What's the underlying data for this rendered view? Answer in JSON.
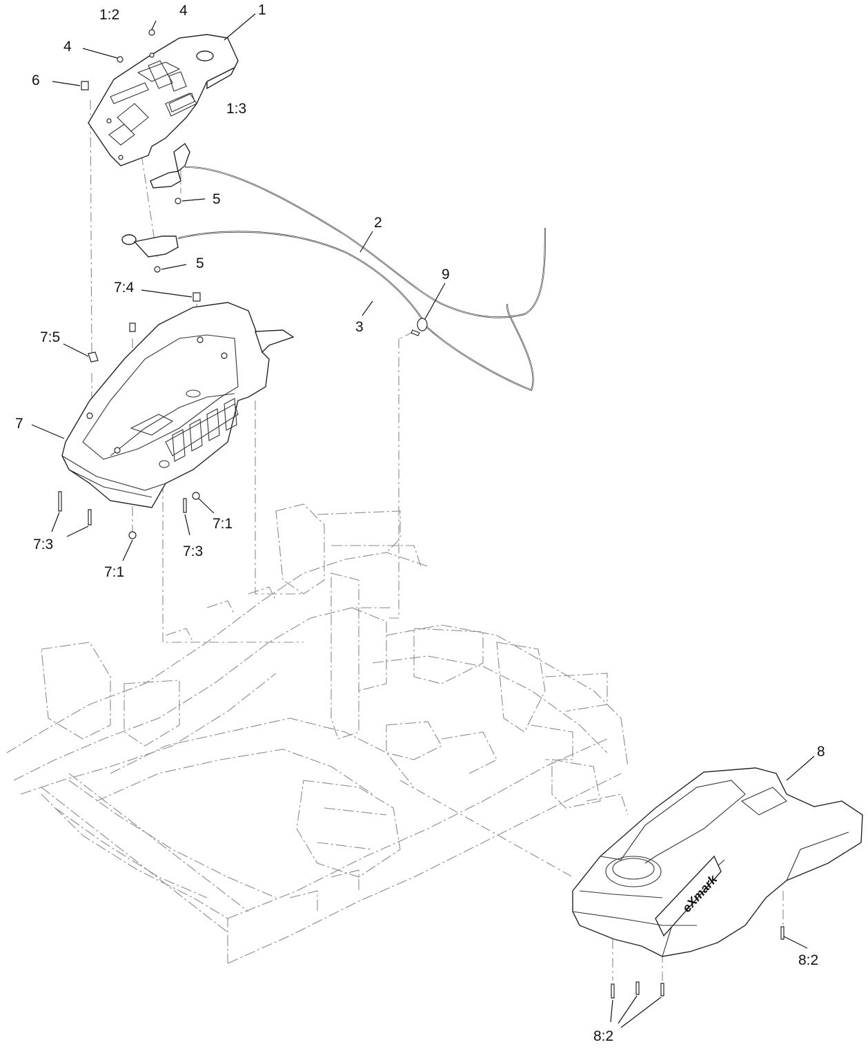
{
  "diagram": {
    "callouts": [
      {
        "id": "c-1-2",
        "text": "1:2"
      },
      {
        "id": "c-4a",
        "text": "4"
      },
      {
        "id": "c-1",
        "text": "1"
      },
      {
        "id": "c-4b",
        "text": "4"
      },
      {
        "id": "c-6",
        "text": "6"
      },
      {
        "id": "c-1-3",
        "text": "1:3"
      },
      {
        "id": "c-5a",
        "text": "5"
      },
      {
        "id": "c-2",
        "text": "2"
      },
      {
        "id": "c-5b",
        "text": "5"
      },
      {
        "id": "c-9",
        "text": "9"
      },
      {
        "id": "c-7-4",
        "text": "7:4"
      },
      {
        "id": "c-3",
        "text": "3"
      },
      {
        "id": "c-7-5",
        "text": "7:5"
      },
      {
        "id": "c-7",
        "text": "7"
      },
      {
        "id": "c-7-1a",
        "text": "7:1"
      },
      {
        "id": "c-7-3a",
        "text": "7:3"
      },
      {
        "id": "c-7-3b",
        "text": "7:3"
      },
      {
        "id": "c-7-1b",
        "text": "7:1"
      },
      {
        "id": "c-8",
        "text": "8"
      },
      {
        "id": "c-8-2a",
        "text": "8:2"
      },
      {
        "id": "c-8-2b",
        "text": "8:2"
      }
    ],
    "parts": {
      "control_panel": "control-panel",
      "throttle_cable": "throttle-cable",
      "choke_cable": "choke-cable",
      "left_console": "left-console",
      "right_console": "right-console",
      "frame": "mower-frame"
    },
    "logo_text": "eXmark"
  }
}
